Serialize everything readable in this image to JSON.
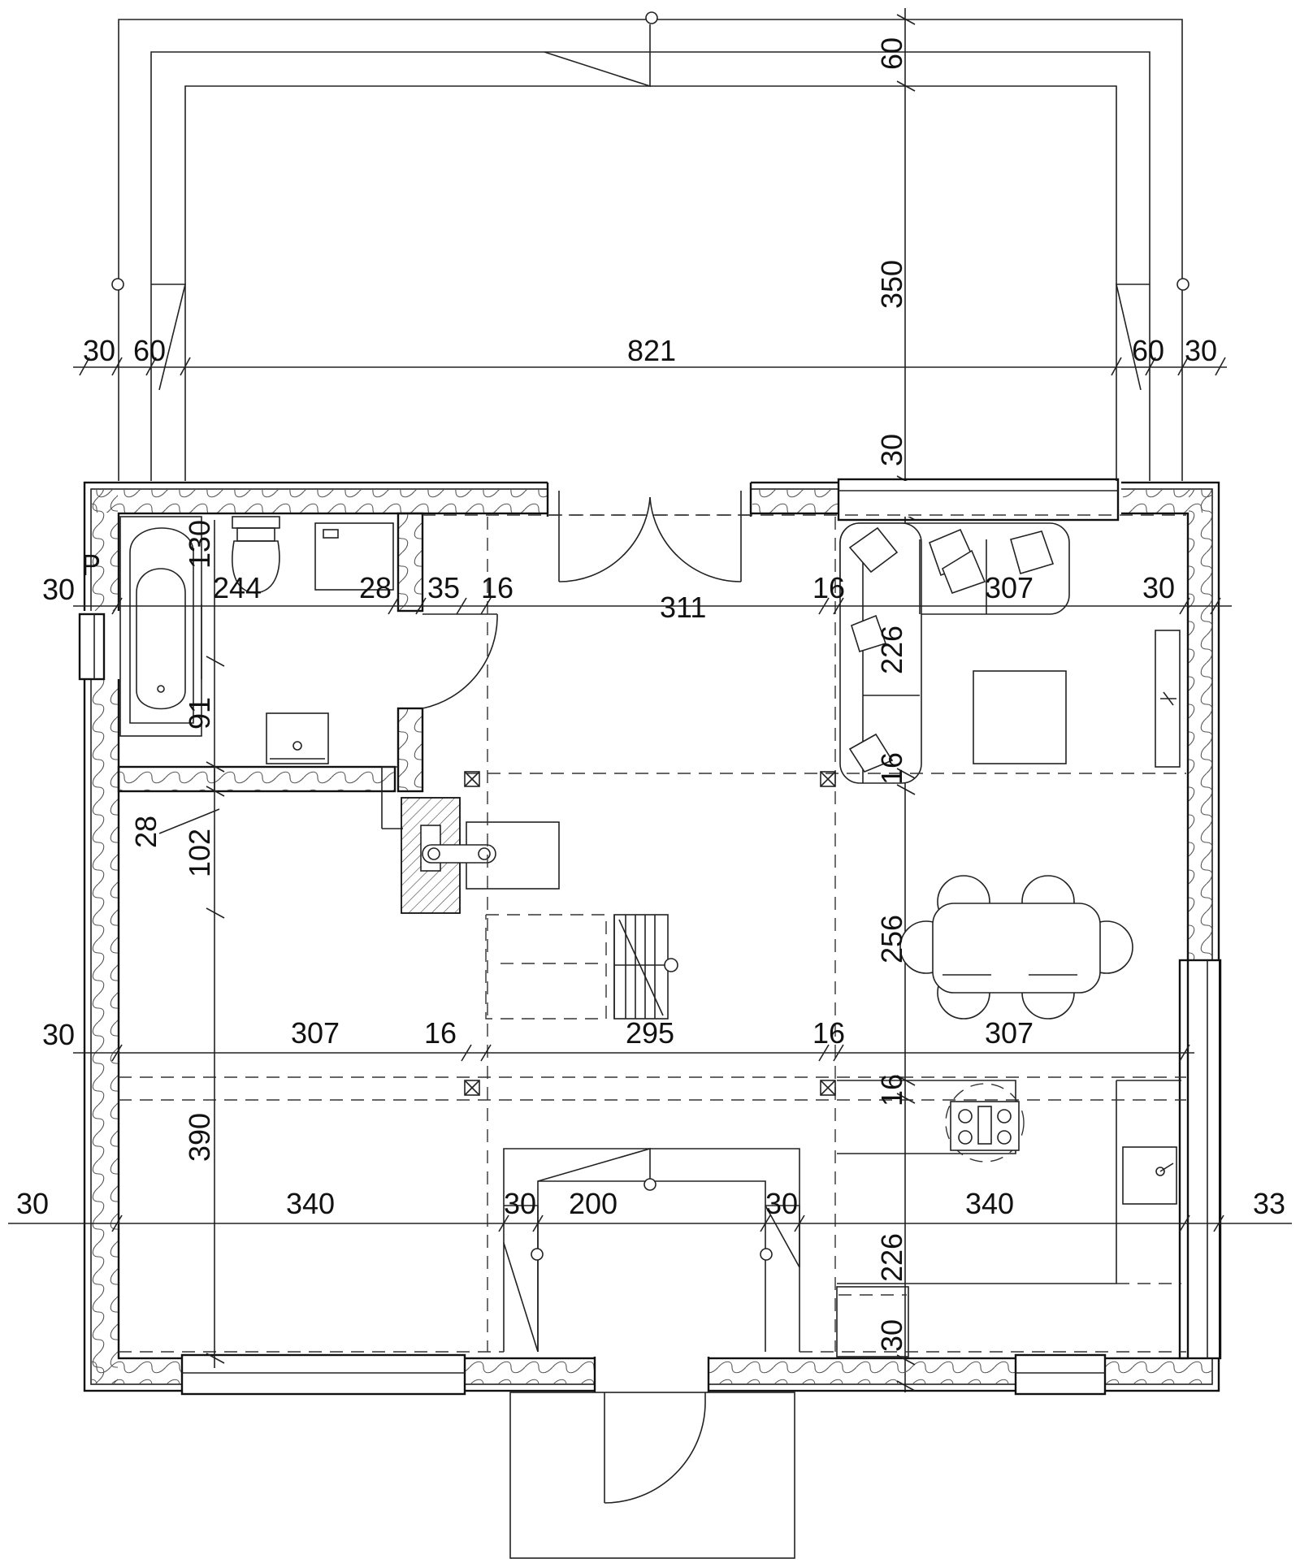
{
  "top_dims": {
    "left_30": "30",
    "left_60": "60",
    "width_821": "821",
    "right_60": "60",
    "right_30": "30",
    "v_60": "60",
    "v_350": "350",
    "v_30": "30"
  },
  "row1": {
    "p_label": "P",
    "d30": "30",
    "d244": "244",
    "d28": "28",
    "d35": "35",
    "d16a": "16",
    "d311": "311",
    "d16b": "16",
    "d307": "307",
    "d30r": "30"
  },
  "bath_dims": {
    "v130": "130",
    "v91": "91",
    "d28": "28",
    "v102": "102"
  },
  "right_vert": {
    "v226a": "226",
    "v16a": "16",
    "v256": "256",
    "v16b": "16",
    "v226b": "226",
    "v30": "30"
  },
  "row2": {
    "d30": "30",
    "d307": "307",
    "d16a": "16",
    "d295": "295",
    "d16b": "16",
    "d307r": "307"
  },
  "row3": {
    "d30": "30",
    "d340": "340",
    "d30a": "30",
    "d200": "200",
    "d30b": "30",
    "d340r": "340",
    "d33": "33"
  },
  "left_vert": {
    "v390": "390"
  }
}
